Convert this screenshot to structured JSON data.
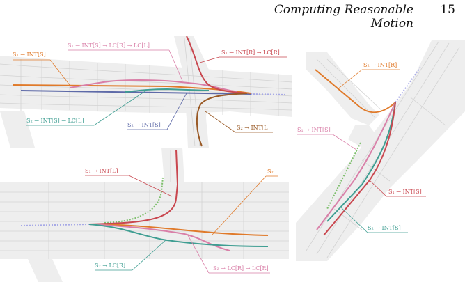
{
  "header": {
    "running_title": "Computing Reasonable Motion",
    "page_number": "15"
  },
  "colors": {
    "road": "#eeeeee",
    "road_line": "#d2d2d2",
    "orange": "#e07a2a",
    "pink": "#d97fa8",
    "red": "#c9474f",
    "teal": "#3f9e92",
    "brown": "#9a5a26",
    "blue": "#5e6aa8",
    "green_dotted": "#7ebf6d",
    "lavender_dotted": "#a7a9e6"
  },
  "figure": {
    "top_left_panel": {
      "labels": {
        "s1_int_s": "S₁ → INT[S]",
        "s1_int_s_lc_r_lc_l": "S₁ → INT[S] → LC[R] → LC[L]",
        "s1_int_r_lc_r": "S₁ → INT[R] → LC[R]",
        "s2_int_s_lc_l": "S₂ → INT[S] → LC[L]",
        "s2_int_s": "S₂ → INT[S]",
        "s2_int_l": "S₂ → INT[L]"
      }
    },
    "right_panel": {
      "labels": {
        "s2_int_r": "S₂ → INT[R]",
        "s1_int_s_a": "S₁ → INT[S]",
        "s1_int_s_b": "S₁ → INT[S]",
        "s2_int_s": "S₂ → INT[S]"
      }
    },
    "bottom_left_panel": {
      "labels": {
        "s1_int_l": "S₁ → INT[L]",
        "s2": "S₂",
        "s2_lc_r": "S₂ → LC[R]",
        "s2_lc_r_lc_r": "S₂ → LC[R] → LC[R]"
      }
    }
  }
}
